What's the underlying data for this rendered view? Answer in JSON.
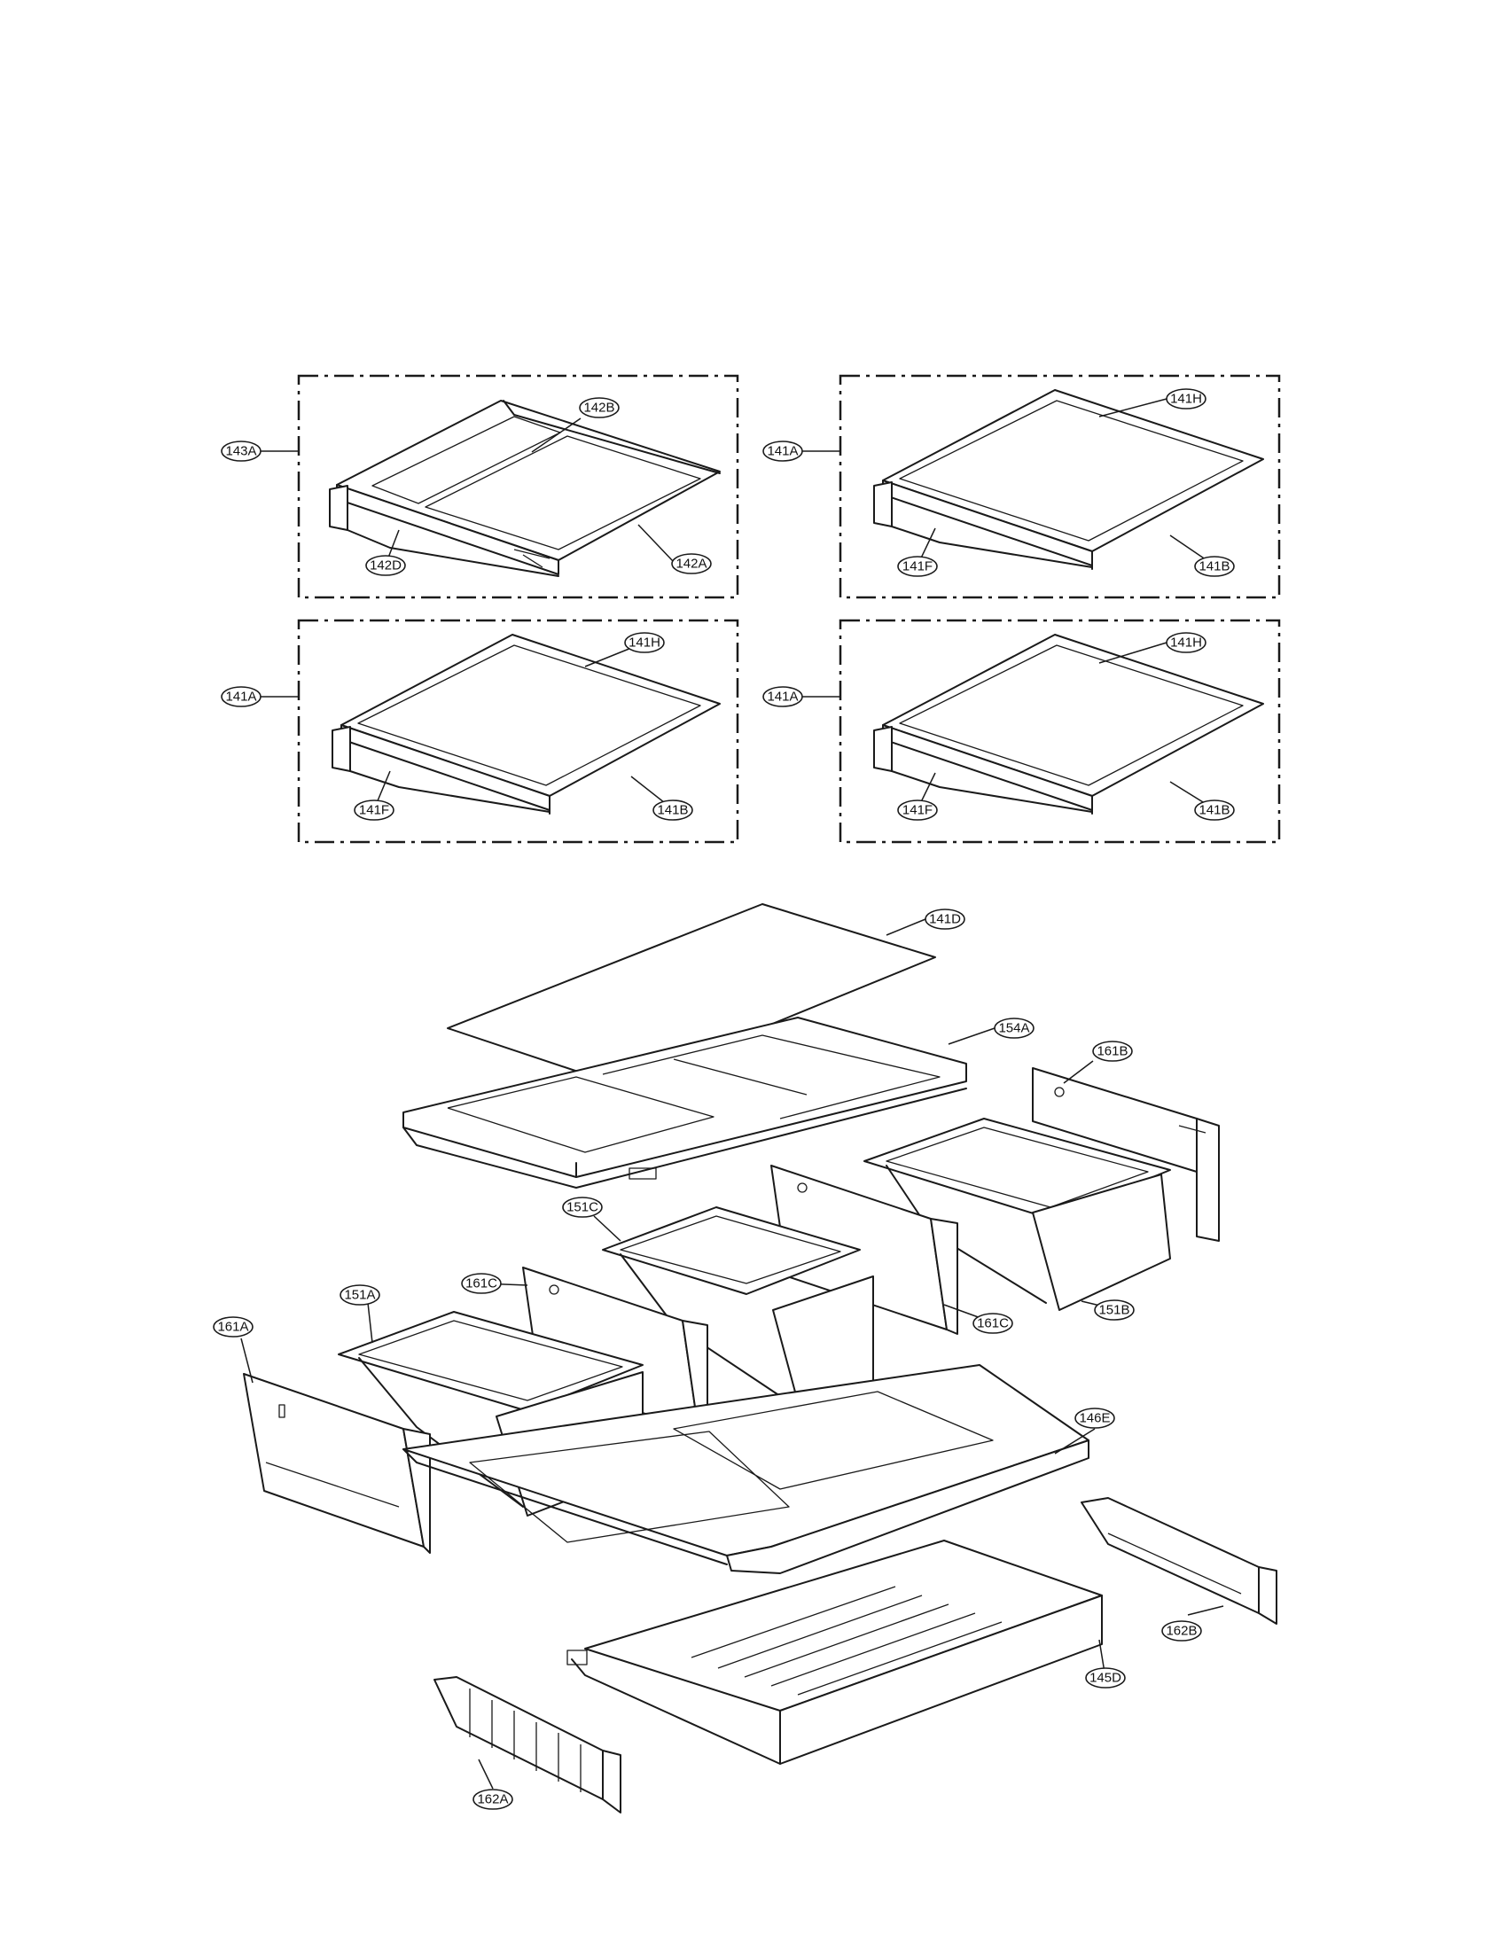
{
  "labels": {
    "box1_frame": "143A",
    "box1_glass_rear": "142B",
    "box1_glass_front": "142A",
    "box1_rail": "142D",
    "box2_frame": "141A",
    "box2_trim": "141H",
    "box2_rail": "141F",
    "box2_edge": "141B",
    "box3_frame": "141A",
    "box3_trim": "141H",
    "box3_rail": "141F",
    "box3_edge": "141B",
    "box4_frame": "141A",
    "box4_trim": "141H",
    "box4_rail": "141F",
    "box4_edge": "141B",
    "glass_cover": "141D",
    "crisper_cover": "154A",
    "divider_right": "161B",
    "drawer_center": "151C",
    "divider_center_left": "161C",
    "divider_center_right": "161C",
    "drawer_left": "151A",
    "divider_left": "161A",
    "drawer_right": "151B",
    "shelf_base": "146E",
    "pantry_drawer": "145D",
    "rail_right": "162B",
    "rail_left": "162A"
  }
}
